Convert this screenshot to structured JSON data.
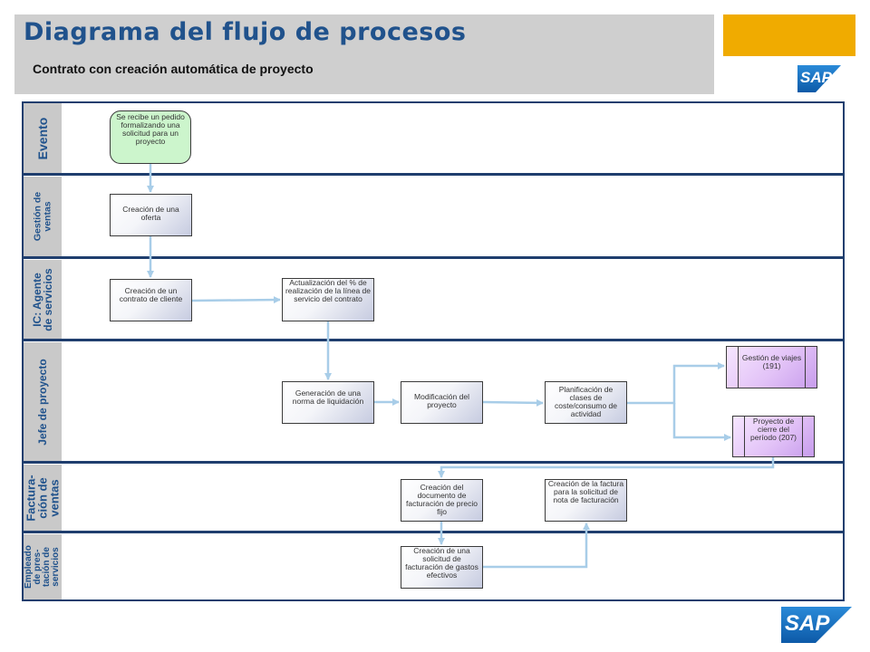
{
  "header": {
    "title": "Diagrama del flujo de procesos",
    "subtitle": "Contrato con creación automática de proyecto"
  },
  "brand": {
    "logo_text": "SAP",
    "colors": {
      "gold": "#f0ab00",
      "logo_blue": "#1a73c4",
      "title_blue": "#20528c",
      "frame": "#1f3e6e",
      "arrow": "#a8cde8"
    }
  },
  "lanes": [
    {
      "id": "evento",
      "label": "Evento"
    },
    {
      "id": "ventas",
      "label": "Gestión de\nventas"
    },
    {
      "id": "agente",
      "label": "IC: Agente\nde servicios"
    },
    {
      "id": "jefe",
      "label": "Jefe de proyecto"
    },
    {
      "id": "facturacion",
      "label": "Factura-\nción de\nventas"
    },
    {
      "id": "empleado",
      "label": "Empleado\nde pres-\ntación de\nservicios"
    }
  ],
  "nodes": {
    "pedido": "Se recibe un pedido formalizando una solicitud para un proyecto",
    "oferta": "Creación de una oferta",
    "contrato": "Creación de un contrato de cliente",
    "actualizacion": "Actualización del % de realización de la línea de servicio del contrato",
    "norma": "Generación de una norma de liquidación",
    "modificacion": "Modificación del proyecto",
    "planificacion": "Planificación de clases de coste/consumo de actividad",
    "viajes": "Gestión de viajes (191)",
    "cierre": "Proyecto de cierre del período (207)",
    "precio_fijo": "Creación del documento de facturación de precio fijo",
    "factura_solicitud": "Creación de la factura para la solicitud de nota de facturación",
    "gastos": "Creación de una solicitud de facturación de gastos efectivos"
  }
}
